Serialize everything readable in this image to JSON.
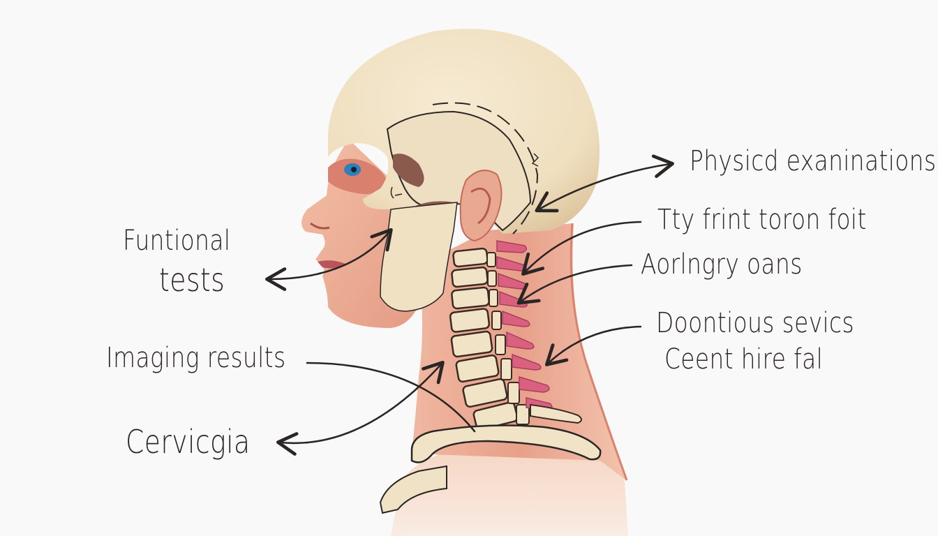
{
  "diagram": {
    "type": "anatomical-illustration",
    "subject": "Side profile of head and cervical spine",
    "colors": {
      "background": "#f9f9f9",
      "bone": "#f1e3c6",
      "bone_shadow": "#d9c29c",
      "skin": "#e9a890",
      "skin_dark": "#d47e6c",
      "muscle": "#d9607f",
      "cavity": "#8a5a4e",
      "ink": "#2b2626",
      "eye": "#2f7fb8"
    },
    "labels": {
      "physical_examinations": "Physicd exaninations",
      "line2": "Tty frint toron foit",
      "line3": "Aorlngry oans",
      "line4a": "Doontious sevics",
      "line4b": "Ceent hire fal",
      "functional_a": "Funtional",
      "functional_b": "tests",
      "imaging": "Imaging results",
      "cervicgia": "Cervicgia"
    }
  }
}
